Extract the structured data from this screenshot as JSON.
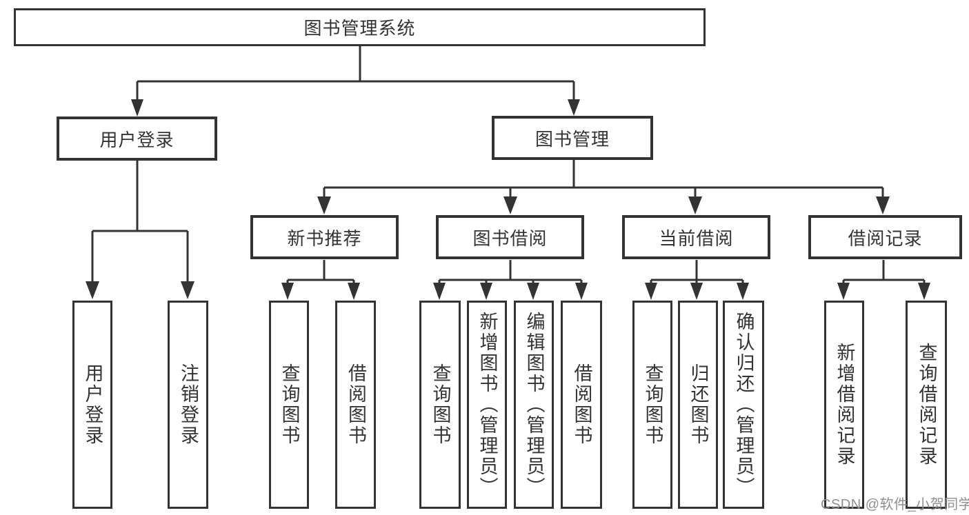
{
  "diagram": {
    "root": {
      "label": "图书管理系统"
    },
    "level1": {
      "user_login": {
        "label": "用户登录"
      },
      "book_management": {
        "label": "图书管理"
      }
    },
    "level2": {
      "new_books": {
        "label": "新书推荐"
      },
      "book_borrowing": {
        "label": "图书借阅"
      },
      "current_borrowing": {
        "label": "当前借阅"
      },
      "borrowing_records": {
        "label": "借阅记录"
      }
    },
    "leaves": {
      "user_login": {
        "label": "用户登录"
      },
      "logout": {
        "label": "注销登录"
      },
      "new_books_query": {
        "label": "查询图书"
      },
      "new_books_borrow": {
        "label": "借阅图书"
      },
      "borrowing_query": {
        "label": "查询图书"
      },
      "borrowing_add": {
        "label": "新增图书（管理员）"
      },
      "borrowing_edit": {
        "label": "编辑图书（管理员）"
      },
      "borrowing_borrow": {
        "label": "借阅图书"
      },
      "current_query": {
        "label": "查询图书"
      },
      "current_return": {
        "label": "归还图书"
      },
      "current_confirm": {
        "label": "确认归还（管理员）"
      },
      "records_add": {
        "label": "新增借阅记录"
      },
      "records_query": {
        "label": "查询借阅记录"
      }
    }
  },
  "watermark": {
    "text": "CSDN @软件_小贺同学"
  },
  "colors": {
    "line": "#333333",
    "text": "#333333",
    "watermark_text": "#8f8f8f",
    "background": "#ffffff"
  }
}
